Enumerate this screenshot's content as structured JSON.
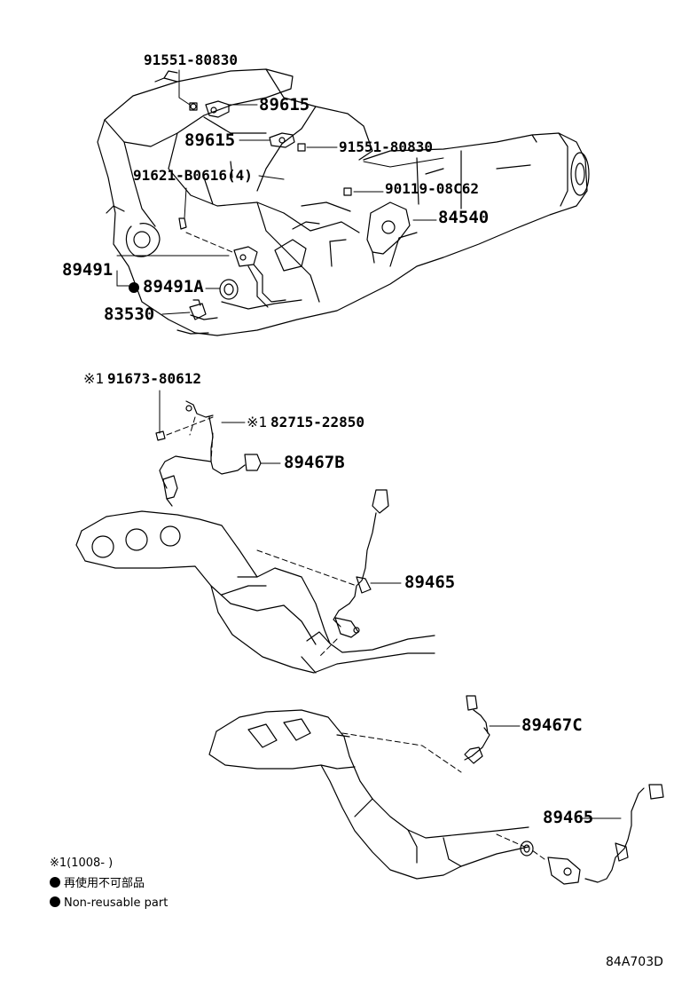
{
  "labels": {
    "p91551_top": "91551-80830",
    "p89615_top": "89615",
    "p89615_mid": "89615",
    "p91551_mid": "91551-80830",
    "p91621": "91621-B0616(4)",
    "p90119": "90119-08C62",
    "p84540": "84540",
    "p89491": "89491",
    "p89491A": "89491A",
    "p83530": "83530",
    "p91673_mark": "※1",
    "p91673": "91673-80612",
    "p82715_mark": "※1",
    "p82715": "82715-22850",
    "p89467B": "89467B",
    "p89465_a": "89465",
    "p89467C": "89467C",
    "p89465_b": "89465"
  },
  "legend": {
    "note1": "※1(1008-      )",
    "jp": "再使用不可部品",
    "en": "Non-reusable part"
  },
  "diagram_code": "84A703D"
}
